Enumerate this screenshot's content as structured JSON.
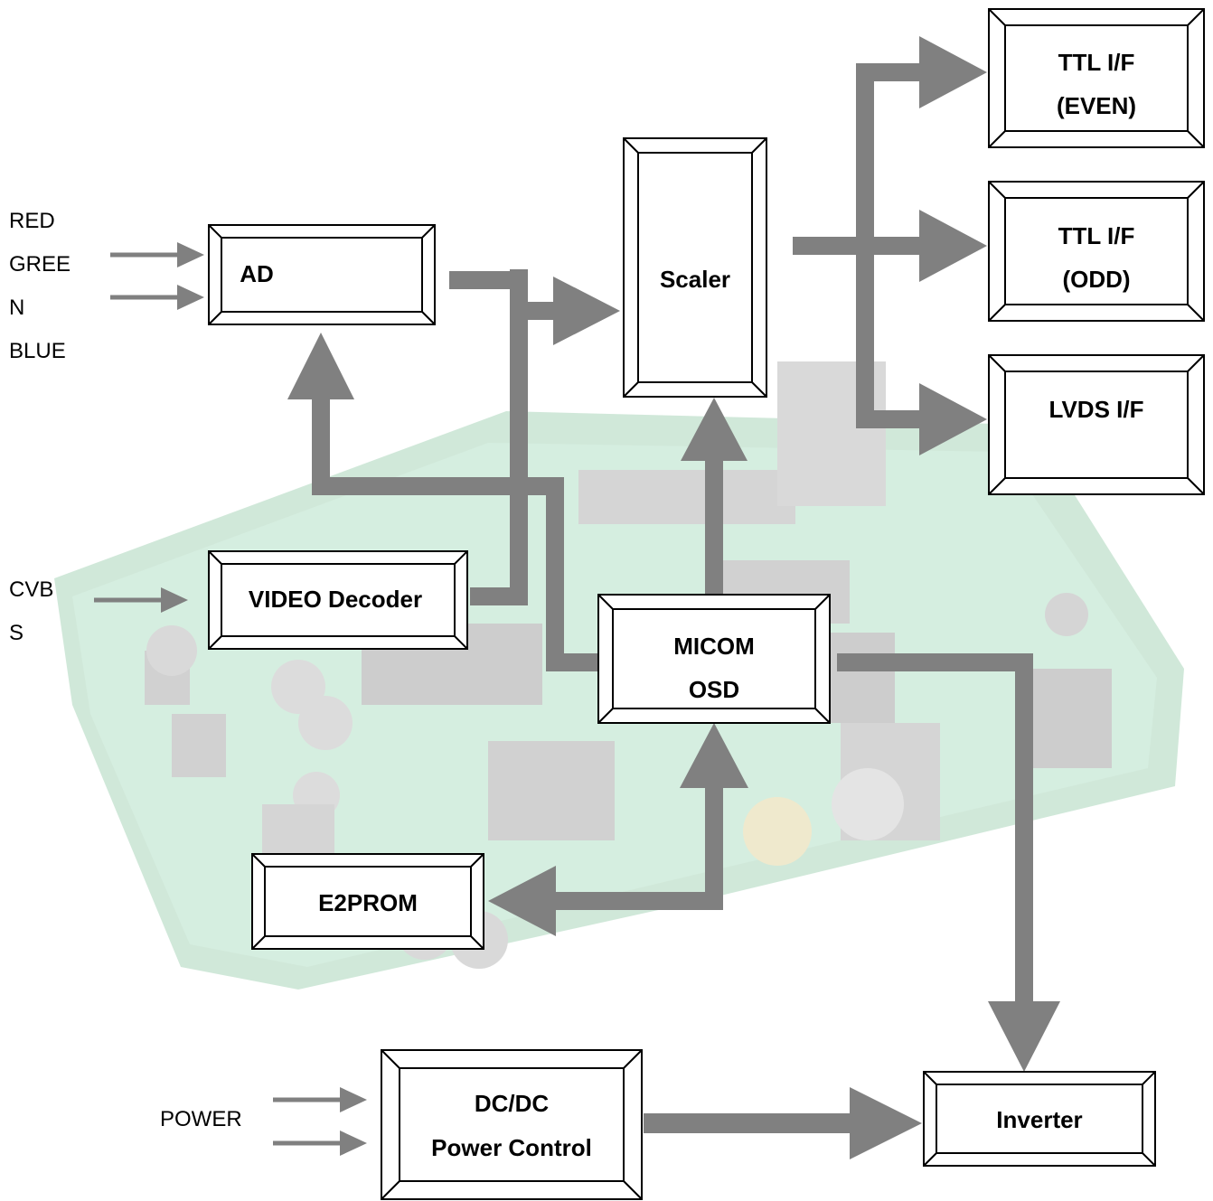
{
  "colors": {
    "arrow": "#808080",
    "frame": "#000000"
  },
  "blocks": {
    "ad": {
      "lines": [
        "AD"
      ]
    },
    "scaler": {
      "lines": [
        "Scaler"
      ]
    },
    "ttl_even": {
      "lines": [
        "TTL I/F",
        "(EVEN)"
      ]
    },
    "ttl_odd": {
      "lines": [
        "TTL I/F",
        "(ODD)"
      ]
    },
    "lvds": {
      "lines": [
        "LVDS I/F"
      ]
    },
    "video_decoder": {
      "lines": [
        "VIDEO Decoder"
      ]
    },
    "micom": {
      "lines": [
        "MICOM",
        "OSD"
      ]
    },
    "e2prom": {
      "lines": [
        "E2PROM"
      ]
    },
    "dcdc": {
      "lines": [
        "DC/DC",
        "Power Control"
      ]
    },
    "inverter": {
      "lines": [
        "Inverter"
      ]
    }
  },
  "labels": {
    "rgb": [
      "RED",
      "GREE",
      "N",
      "BLUE"
    ],
    "cvbs": [
      "CVB",
      "S"
    ],
    "power": [
      "POWER"
    ]
  }
}
